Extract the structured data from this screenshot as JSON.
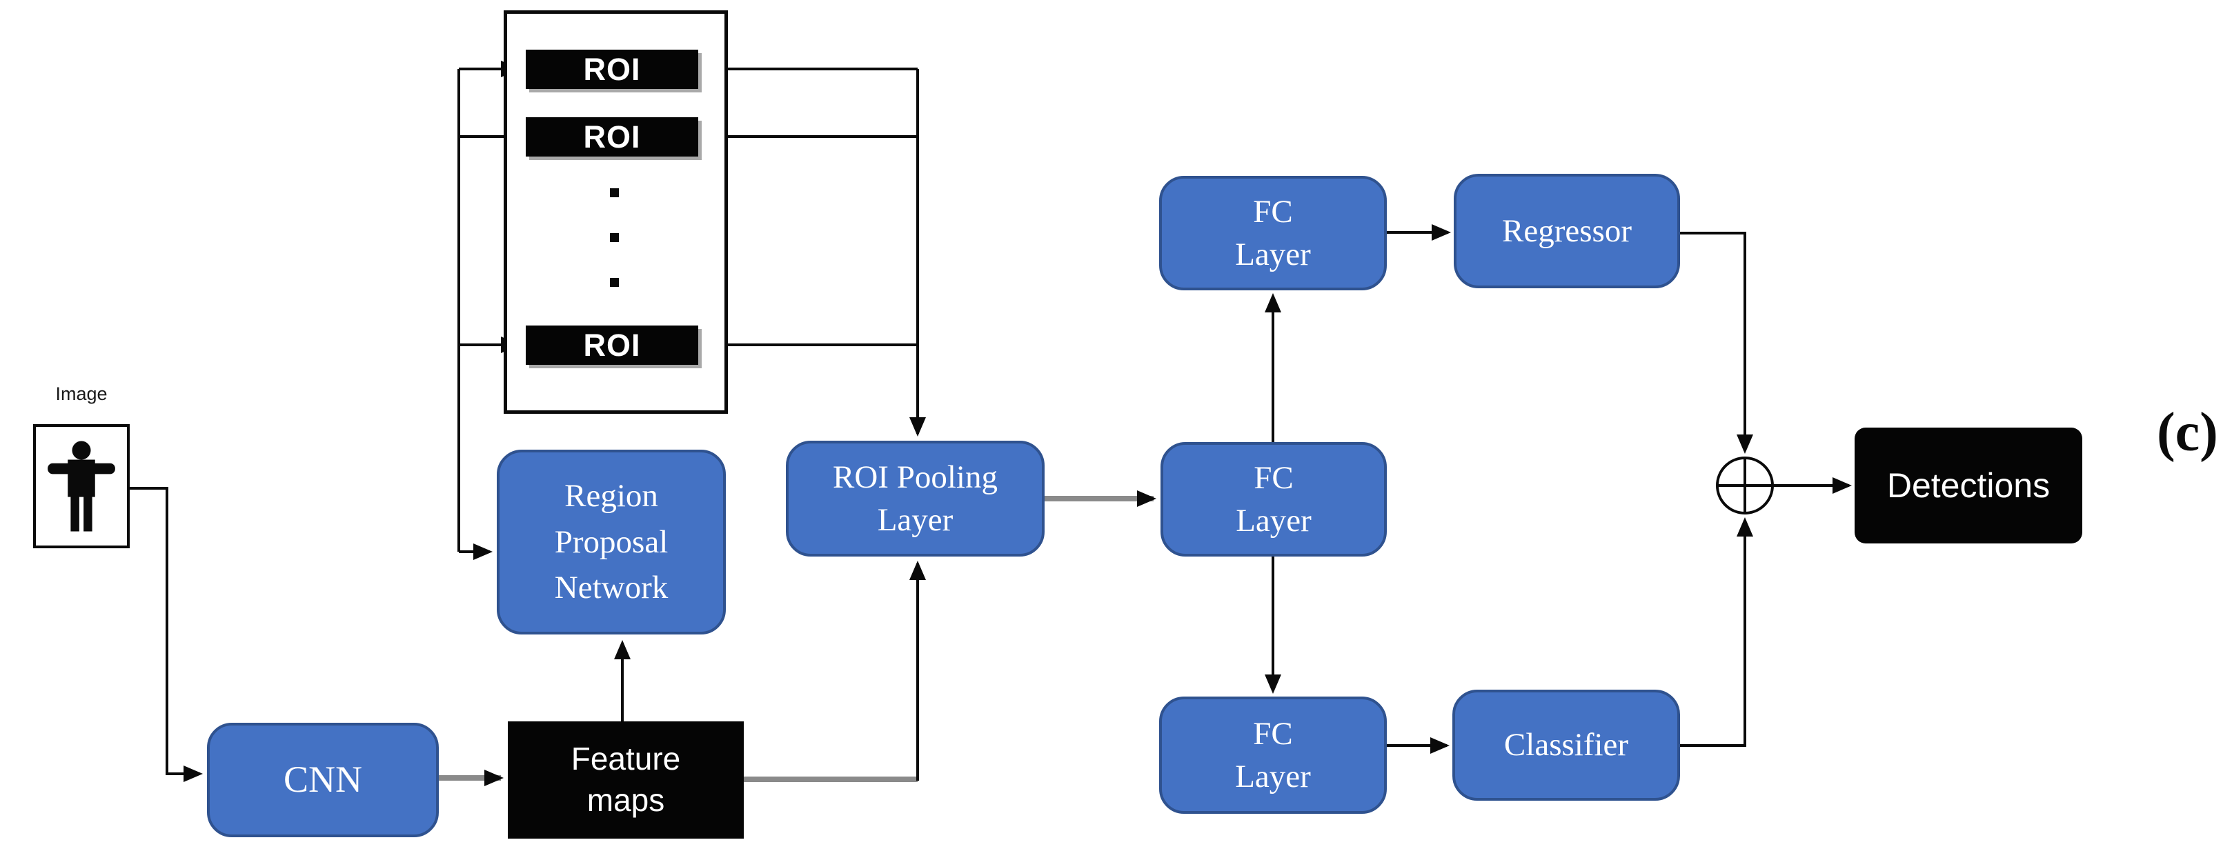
{
  "figure": {
    "panel_label": "(c)"
  },
  "colors": {
    "node_blue_fill": "#4472C4",
    "node_blue_border": "#2F528F",
    "black_box": "#050505",
    "gray_connector": "#8a8a8a",
    "connector_black": "#0a0a0a",
    "background": "#ffffff",
    "text_on_dark": "#ffffff"
  },
  "nodes": {
    "image": {
      "label": "Image"
    },
    "roi_list": {
      "items": [
        "ROI",
        "ROI",
        "ROI"
      ],
      "ellipsis_dots": 3
    },
    "rpn": {
      "lines": [
        "Region",
        "Proposal",
        "Network"
      ]
    },
    "cnn": {
      "label": "CNN"
    },
    "feature_maps": {
      "lines": [
        "Feature",
        "maps"
      ]
    },
    "roi_pooling": {
      "lines": [
        "ROI Pooling",
        "Layer"
      ]
    },
    "fc_top": {
      "lines": [
        "FC",
        "Layer"
      ]
    },
    "fc_middle": {
      "lines": [
        "FC",
        "Layer"
      ]
    },
    "fc_bottom": {
      "lines": [
        "FC",
        "Layer"
      ]
    },
    "regressor": {
      "label": "Regressor"
    },
    "classifier": {
      "label": "Classifier"
    },
    "detections": {
      "label": "Detections"
    },
    "merge": {
      "symbol": "⊕"
    }
  }
}
